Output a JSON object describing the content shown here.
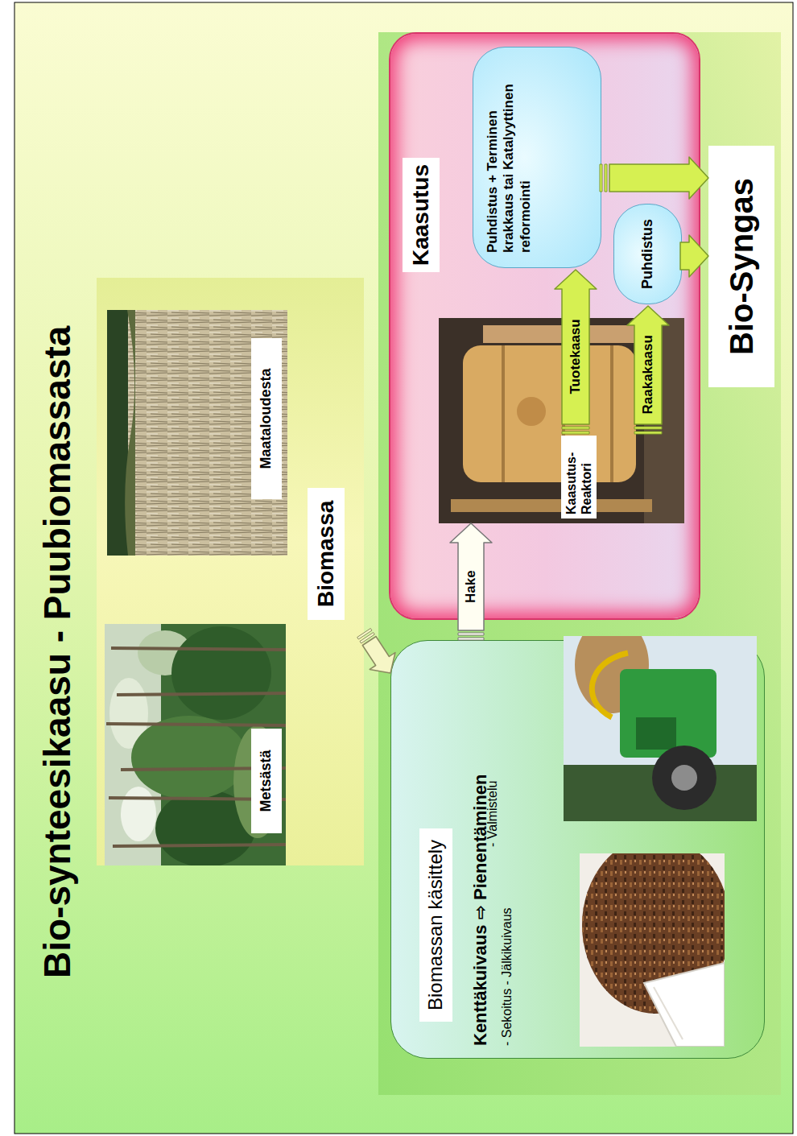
{
  "diagram": {
    "title": "Bio-synteesikaasu - Puubiomassasta",
    "nodes": [
      {
        "text": [
          "Biomassa"
        ]
      },
      {
        "text": [
          "Metsästä"
        ],
        "in": 0
      },
      {
        "text": [
          "Maataloudesta"
        ],
        "in": 0
      },
      {
        "text": [
          "Biomassan käsittely",
          "Kenttäkuivaus ⇨ Pienentäminen",
          "- Sekoitus - Jälkikuivaus",
          "- Valmistelu"
        ]
      },
      {
        "text": [
          "Kaasutus"
        ]
      },
      {
        "text": [
          "Kaasutus- Reaktori"
        ],
        "in": 4
      },
      {
        "text": [
          "Puhdistus + Terminen krakkaus tai Katalyyttinen reformointi"
        ],
        "in": 4
      },
      {
        "text": [
          "Puhdistus"
        ],
        "in": 4
      },
      {
        "text": [
          "Bio-Syngas"
        ]
      }
    ],
    "edges": [
      {
        "from": 0,
        "to": 3,
        "arrow": "to"
      },
      {
        "from": 3,
        "to": 5,
        "label": "Hake",
        "arrow": "to"
      },
      {
        "from": 5,
        "to": 6,
        "label": "Tuotekaasu",
        "arrow": "to"
      },
      {
        "from": 5,
        "to": 7,
        "label": "Raakakaasu",
        "arrow": "to"
      },
      {
        "from": 6,
        "to": 8,
        "arrow": "to"
      },
      {
        "from": 7,
        "to": 8,
        "arrow": "to"
      }
    ]
  }
}
